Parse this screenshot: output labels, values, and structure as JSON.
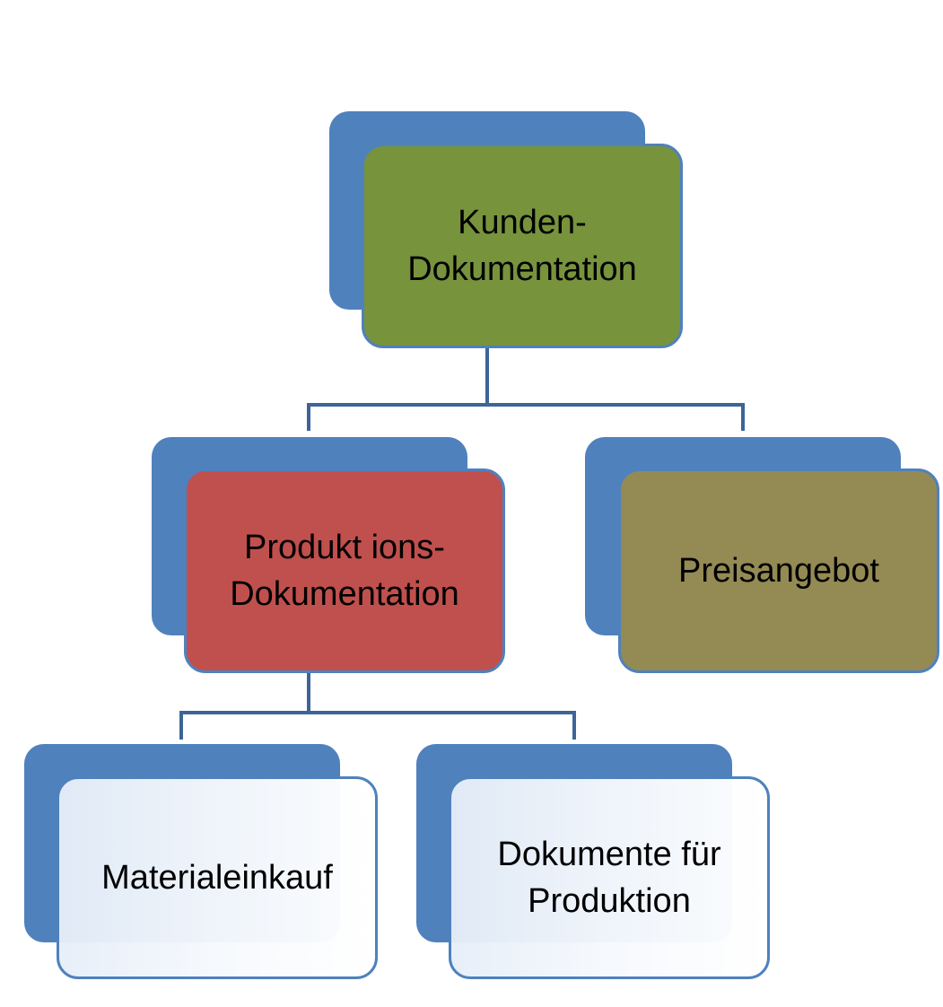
{
  "diagram": {
    "nodes": [
      {
        "id": "root",
        "label": "Kunden-\nDokumentation",
        "fill": "#77933c"
      },
      {
        "id": "prod",
        "label": "Produkt ions-\nDokumentation",
        "fill": "#c0504d"
      },
      {
        "id": "price",
        "label": "Preisangebot",
        "fill": "#948a54"
      },
      {
        "id": "material",
        "label": "Materialeinkauf",
        "fill": "light-blue-gradient"
      },
      {
        "id": "docs",
        "label": "Dokumente für\nProduktion",
        "fill": "light-blue-gradient"
      }
    ],
    "edges": [
      {
        "from": "root",
        "to": "prod"
      },
      {
        "from": "root",
        "to": "price"
      },
      {
        "from": "prod",
        "to": "material"
      },
      {
        "from": "prod",
        "to": "docs"
      }
    ],
    "colors": {
      "shadow": "#4f81bd",
      "connector": "#3d6597",
      "node_border": "#4f81bd",
      "text": "#000000"
    }
  }
}
